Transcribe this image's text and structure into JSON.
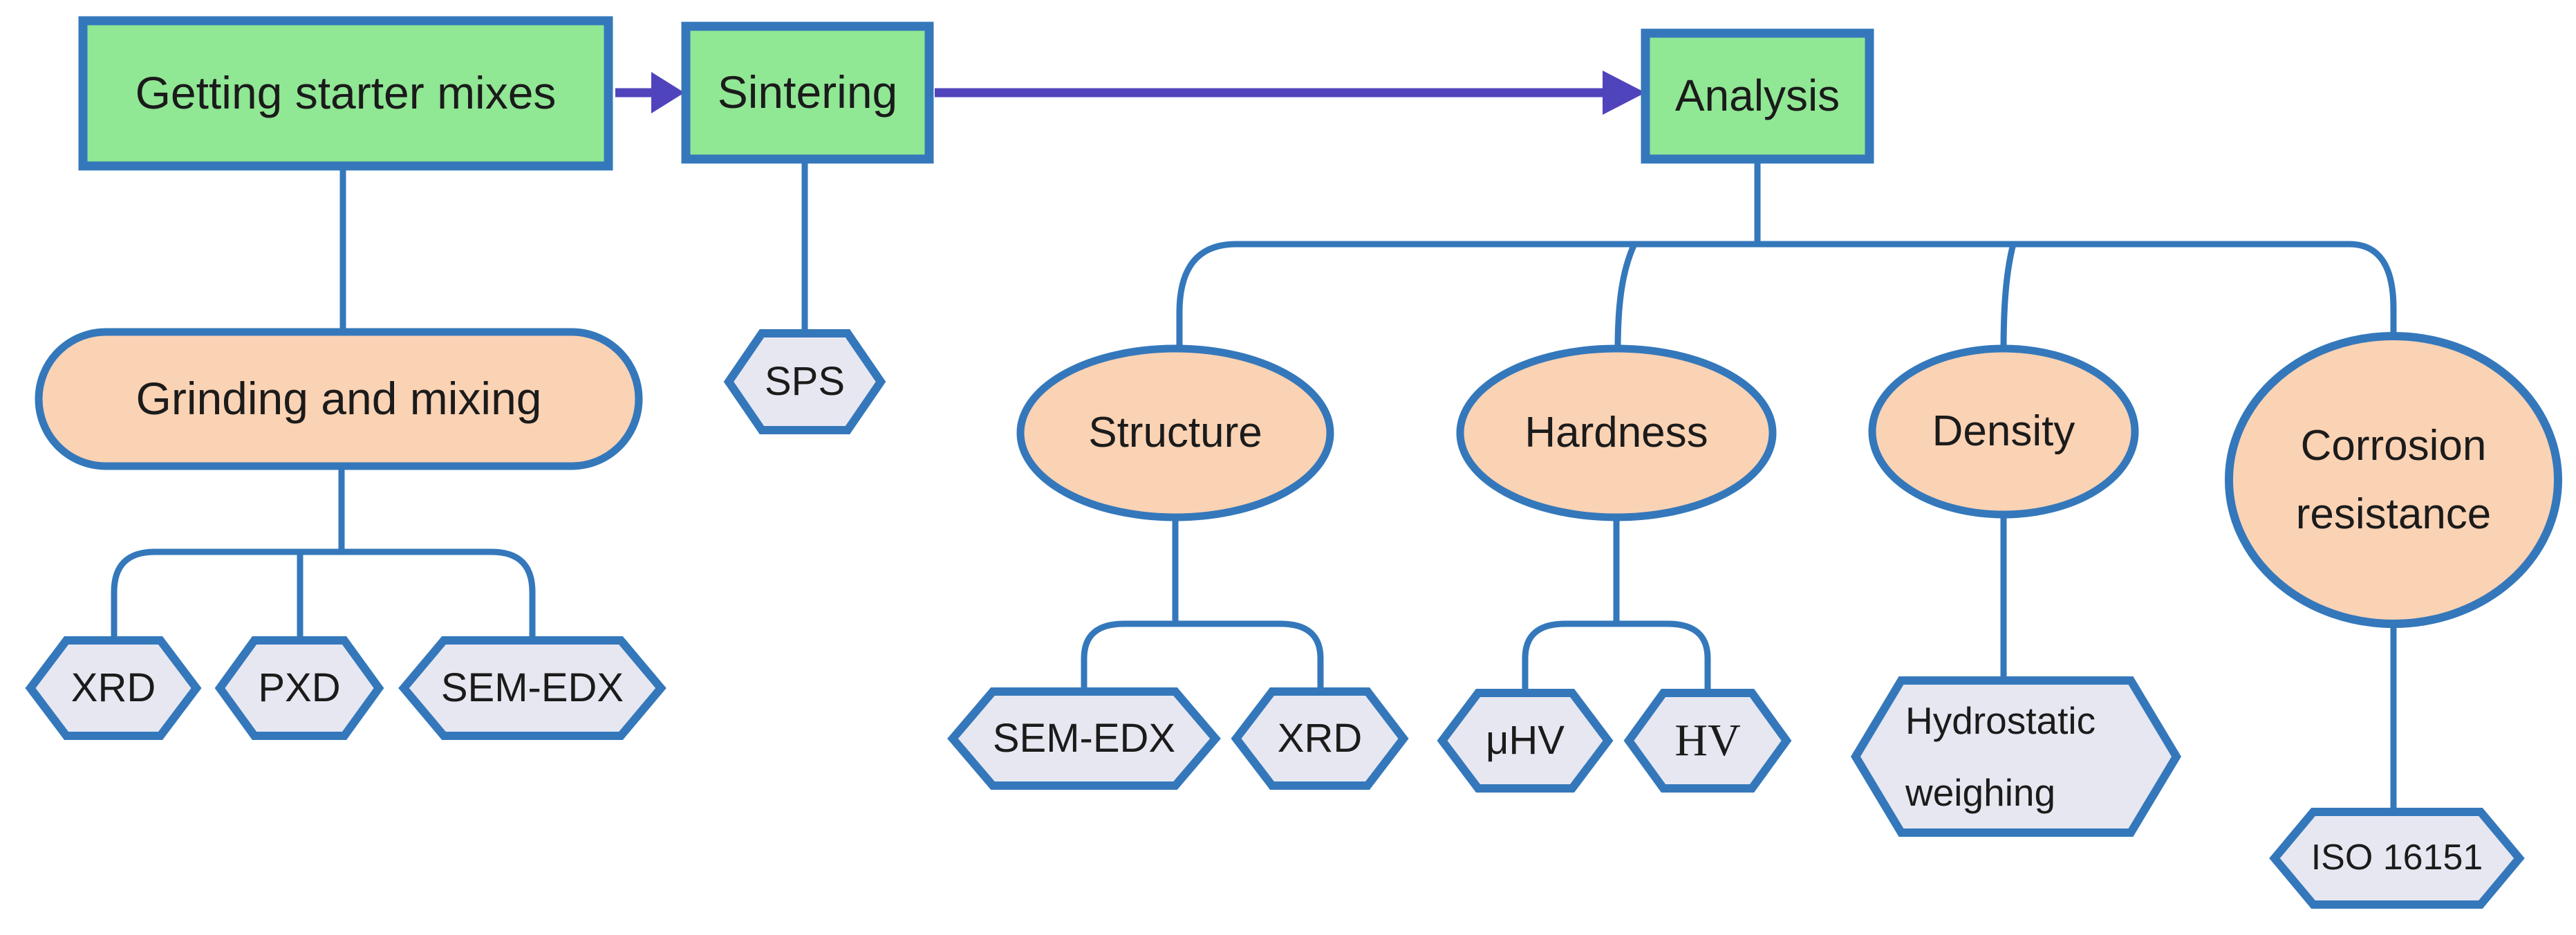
{
  "diagram": {
    "description": "Materials preparation and analysis workflow flowchart",
    "colors": {
      "background": "#ffffff",
      "process_box_fill": "#90e794",
      "stage_shape_fill": "#fad2b4",
      "method_hexagon_fill": "#e7e7f1",
      "shape_border": "#3478bb",
      "connector_line": "#3478bb",
      "arrow": "#5044bc",
      "text": "#1b1b1b"
    },
    "nodes": {
      "getting_starter_mixes": {
        "label": "Getting starter mixes",
        "shape": "rectangle"
      },
      "sintering": {
        "label": "Sintering",
        "shape": "rectangle"
      },
      "analysis": {
        "label": "Analysis",
        "shape": "rectangle"
      },
      "grinding_and_mixing": {
        "label": "Grinding and mixing",
        "shape": "rounded-rectangle"
      },
      "sps": {
        "label": "SPS",
        "shape": "hexagon"
      },
      "xrd_1": {
        "label": "XRD",
        "shape": "hexagon"
      },
      "pxd": {
        "label": "PXD",
        "shape": "hexagon"
      },
      "sem_edx_1": {
        "label": "SEM-EDX",
        "shape": "hexagon"
      },
      "structure": {
        "label": "Structure",
        "shape": "ellipse"
      },
      "sem_edx_2": {
        "label": "SEM-EDX",
        "shape": "hexagon"
      },
      "xrd_2": {
        "label": "XRD",
        "shape": "hexagon"
      },
      "hardness": {
        "label": "Hardness",
        "shape": "ellipse"
      },
      "micro_hv": {
        "label": "μHV",
        "shape": "hexagon"
      },
      "hv": {
        "label": "HV",
        "shape": "hexagon"
      },
      "density": {
        "label": "Density",
        "shape": "ellipse"
      },
      "hydrostatic_weighing": {
        "label": "Hydrostatic weighing",
        "shape": "hexagon"
      },
      "corrosion_resistance": {
        "label": "Corrosion resistance",
        "shape": "circle"
      },
      "iso_16151": {
        "label": "ISO 16151",
        "shape": "hexagon"
      }
    },
    "edges": [
      {
        "from": "getting_starter_mixes",
        "to": "sintering",
        "style": "arrow"
      },
      {
        "from": "sintering",
        "to": "analysis",
        "style": "arrow"
      },
      {
        "from": "getting_starter_mixes",
        "to": "grinding_and_mixing",
        "style": "line"
      },
      {
        "from": "grinding_and_mixing",
        "to": "xrd_1",
        "style": "line"
      },
      {
        "from": "grinding_and_mixing",
        "to": "pxd",
        "style": "line"
      },
      {
        "from": "grinding_and_mixing",
        "to": "sem_edx_1",
        "style": "line"
      },
      {
        "from": "sintering",
        "to": "sps",
        "style": "line"
      },
      {
        "from": "analysis",
        "to": "structure",
        "style": "line"
      },
      {
        "from": "analysis",
        "to": "hardness",
        "style": "line"
      },
      {
        "from": "analysis",
        "to": "density",
        "style": "line"
      },
      {
        "from": "analysis",
        "to": "corrosion_resistance",
        "style": "line"
      },
      {
        "from": "structure",
        "to": "sem_edx_2",
        "style": "line"
      },
      {
        "from": "structure",
        "to": "xrd_2",
        "style": "line"
      },
      {
        "from": "hardness",
        "to": "micro_hv",
        "style": "line"
      },
      {
        "from": "hardness",
        "to": "hv",
        "style": "line"
      },
      {
        "from": "density",
        "to": "hydrostatic_weighing",
        "style": "line"
      },
      {
        "from": "corrosion_resistance",
        "to": "iso_16151",
        "style": "line"
      }
    ]
  }
}
